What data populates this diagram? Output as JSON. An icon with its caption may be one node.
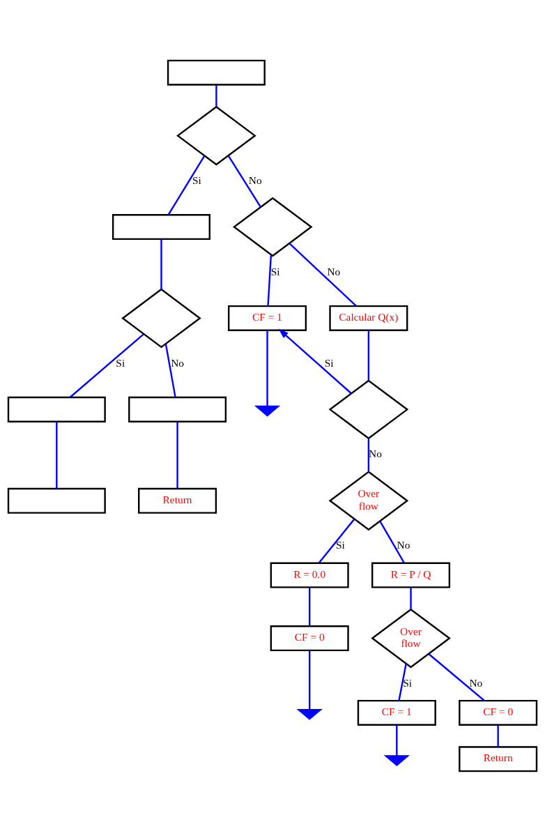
{
  "diagram": {
    "nodes": [
      {
        "text": [],
        "shape": "box"
      },
      {
        "text": [],
        "shape": "diamond"
      },
      {
        "text": [],
        "shape": "box"
      },
      {
        "text": [],
        "shape": "diamond"
      },
      {
        "text": [
          "CF = 1"
        ]
      },
      {
        "text": [
          "Calcular Q(x)"
        ]
      },
      {
        "text": [],
        "shape": "diamond"
      },
      {
        "text": [],
        "shape": "ground"
      },
      {
        "text": [],
        "shape": "box"
      },
      {
        "text": [],
        "shape": "box"
      },
      {
        "text": [],
        "shape": "diamond"
      },
      {
        "text": [],
        "shape": "box"
      },
      {
        "text": [
          "Return"
        ]
      },
      {
        "text": [
          "Over flow"
        ]
      },
      {
        "text": [
          "R = 0.0"
        ]
      },
      {
        "text": [
          "R = P / Q"
        ]
      },
      {
        "text": [
          "CF = 0"
        ]
      },
      {
        "text": [],
        "shape": "ground"
      },
      {
        "text": [
          "Over flow"
        ]
      },
      {
        "text": [
          "CF = 1"
        ]
      },
      {
        "text": [
          "CF = 0"
        ]
      },
      {
        "text": [],
        "shape": "ground"
      },
      {
        "text": [
          "Return"
        ]
      }
    ],
    "edges": [
      {
        "from": 0,
        "to": 1,
        "arrow": "none"
      },
      {
        "from": 1,
        "to": 2,
        "arrow": "none",
        "label": "Si"
      },
      {
        "from": 1,
        "to": 3,
        "arrow": "none",
        "label": "No"
      },
      {
        "from": 3,
        "to": 4,
        "arrow": "none",
        "label": "Si"
      },
      {
        "from": 3,
        "to": 5,
        "arrow": "none",
        "label": "No"
      },
      {
        "from": 2,
        "to": 6,
        "arrow": "none"
      },
      {
        "from": 6,
        "to": 8,
        "arrow": "none",
        "label": "Si"
      },
      {
        "from": 6,
        "to": 9,
        "arrow": "none",
        "label": "No"
      },
      {
        "from": 8,
        "to": 11,
        "arrow": "none"
      },
      {
        "from": 9,
        "to": 12,
        "arrow": "none"
      },
      {
        "from": 4,
        "to": 7,
        "arrow": "none"
      },
      {
        "from": 5,
        "to": 10,
        "arrow": "none"
      },
      {
        "from": 10,
        "to": 4,
        "arrow": "to",
        "label": "Si"
      },
      {
        "from": 10,
        "to": 13,
        "arrow": "none",
        "label": "No"
      },
      {
        "from": 13,
        "to": 14,
        "arrow": "none",
        "label": "Si"
      },
      {
        "from": 13,
        "to": 15,
        "arrow": "none",
        "label": "No"
      },
      {
        "from": 14,
        "to": 16,
        "arrow": "none"
      },
      {
        "from": 16,
        "to": 17,
        "arrow": "none"
      },
      {
        "from": 15,
        "to": 18,
        "arrow": "none"
      },
      {
        "from": 18,
        "to": 19,
        "arrow": "none",
        "label": "Si"
      },
      {
        "from": 18,
        "to": 20,
        "arrow": "none",
        "label": "No"
      },
      {
        "from": 19,
        "to": 21,
        "arrow": "none"
      },
      {
        "from": 20,
        "to": 22,
        "arrow": "none"
      }
    ]
  }
}
